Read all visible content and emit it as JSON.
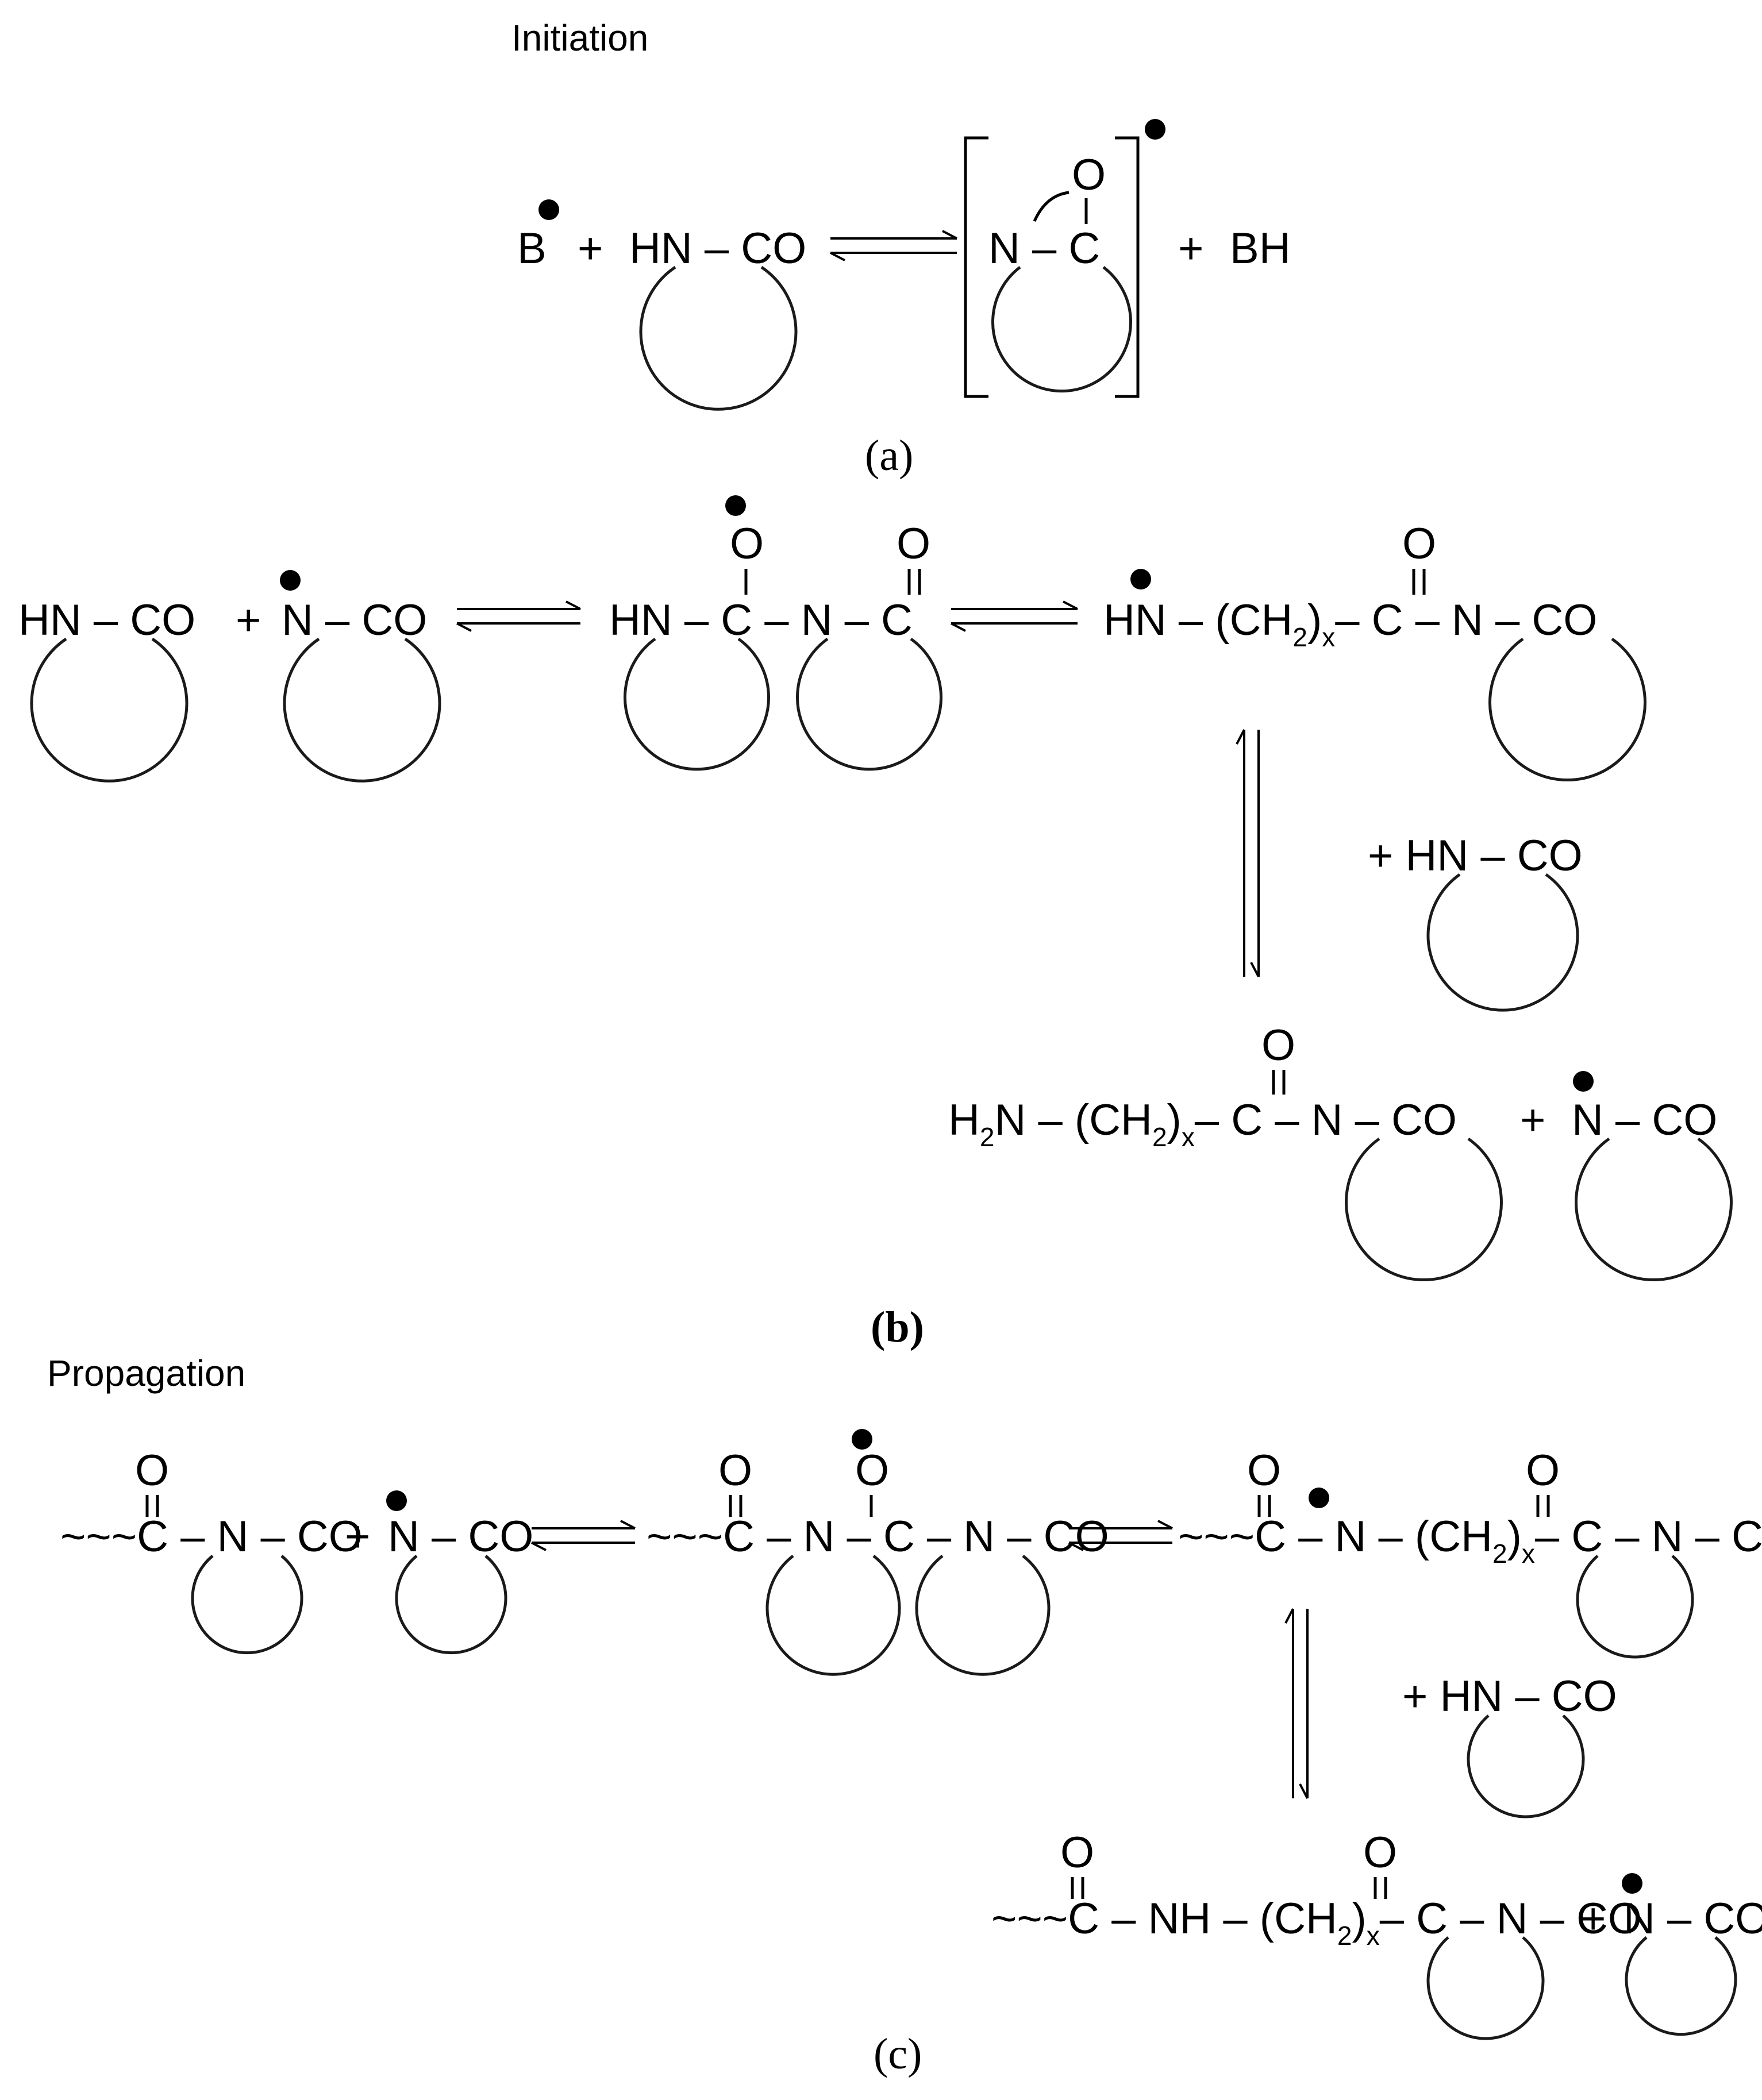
{
  "headers": {
    "initiation": "Initiation",
    "propagation": "Propagation"
  },
  "captions": {
    "a": {
      "open": "(",
      "letter": "a",
      "close": ")"
    },
    "b": {
      "open": "(",
      "letter": "b",
      "close": ")"
    },
    "c": {
      "open": "(",
      "letter": "c",
      "close": ")"
    }
  },
  "panel_a": {
    "base": "B",
    "plus1": "+",
    "lactam": "HN – CO",
    "anion_n": "N – C",
    "anion_o": "O",
    "plus2": "+",
    "product": "BH"
  },
  "panel_b": {
    "r1_lactam": "HN – CO",
    "r1_plus": "+",
    "r1_anion": "N – CO",
    "r1_intermediate": "HN – C – N – C",
    "r1_o1": "O",
    "r1_o2": "O",
    "r1_product_hn": "HN – (CH",
    "r1_product_2": "2",
    "r1_product_close": ")",
    "r1_product_x": "x",
    "r1_product_tail": "– C – N – CO",
    "r1_product_o": "O",
    "r2_plus_lactam": "+ HN – CO",
    "r3_h": "H",
    "r3_2a": "2",
    "r3_body": "N – (CH",
    "r3_2b": "2",
    "r3_close": ")",
    "r3_x": "x",
    "r3_tail": "– C – N – CO",
    "r3_o": "O",
    "r3_plus": "+",
    "r3_anion": "N – CO"
  },
  "panel_c": {
    "r1_chain": "~~~C – N – CO",
    "r1_o": "O",
    "r1_plus": "+",
    "r1_anion": "N – CO",
    "r1_intermediate": "~~~C – N – C –  N – CO",
    "r1_int_o1": "O",
    "r1_int_o2": "O",
    "r1_product_head": "~~~C – N – (CH",
    "r1_product_2": "2",
    "r1_product_close": ")",
    "r1_product_x": "x",
    "r1_product_tail": "– C – N – CO",
    "r1_product_o1": "O",
    "r1_product_o2": "O",
    "r2_plus_lactam": "+  HN – CO",
    "r3_head": "~~~C – NH – (CH",
    "r3_2": "2",
    "r3_close": ")",
    "r3_x": "x",
    "r3_tail": "– C – N – CO",
    "r3_o1": "O",
    "r3_o2": "O",
    "r3_plus": "+",
    "r3_anion": "N – CO"
  }
}
